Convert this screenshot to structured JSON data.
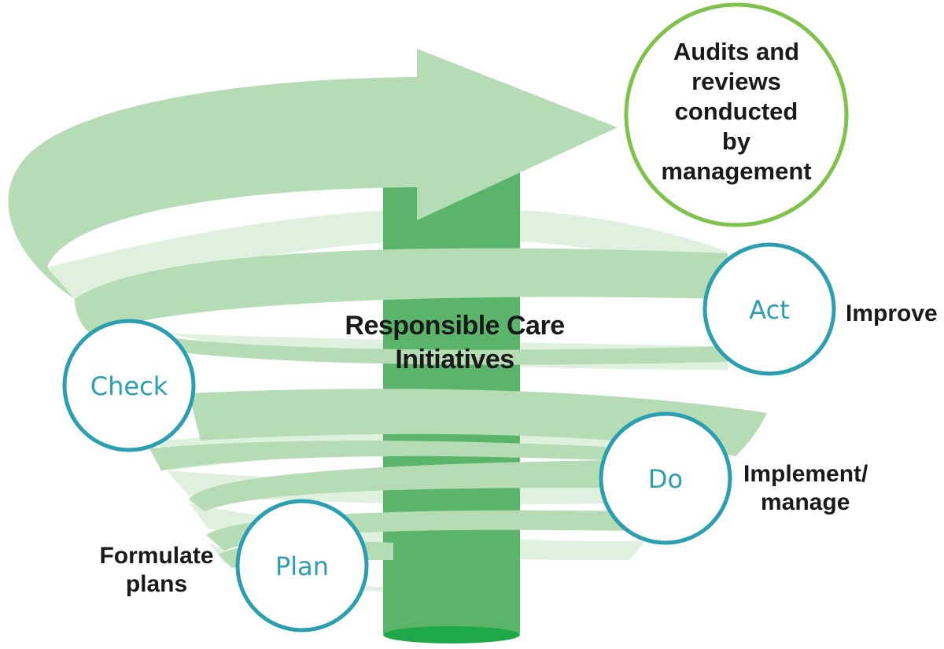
{
  "center": {
    "line1": "Responsible Care",
    "line2": "Initiatives"
  },
  "goal": {
    "lines": [
      "Audits and",
      "reviews",
      "conducted",
      "by",
      "management"
    ]
  },
  "cycle": {
    "plan": {
      "label": "Plan",
      "desc": [
        "Formulate",
        "plans"
      ]
    },
    "do": {
      "label": "Do",
      "desc": [
        "Implement/",
        "manage"
      ]
    },
    "check": {
      "label": "Check"
    },
    "act": {
      "label": "Act",
      "desc": [
        "Improve"
      ]
    }
  },
  "colors": {
    "spiral_dark": "#b6dcb5",
    "spiral_light": "#dff0de",
    "pillar": "#5ab56a",
    "pillar_base": "#1ea84a",
    "cycle_circle": "#2a9fb1",
    "goal_circle": "#7fc24a",
    "text": "#1a1a1a"
  }
}
